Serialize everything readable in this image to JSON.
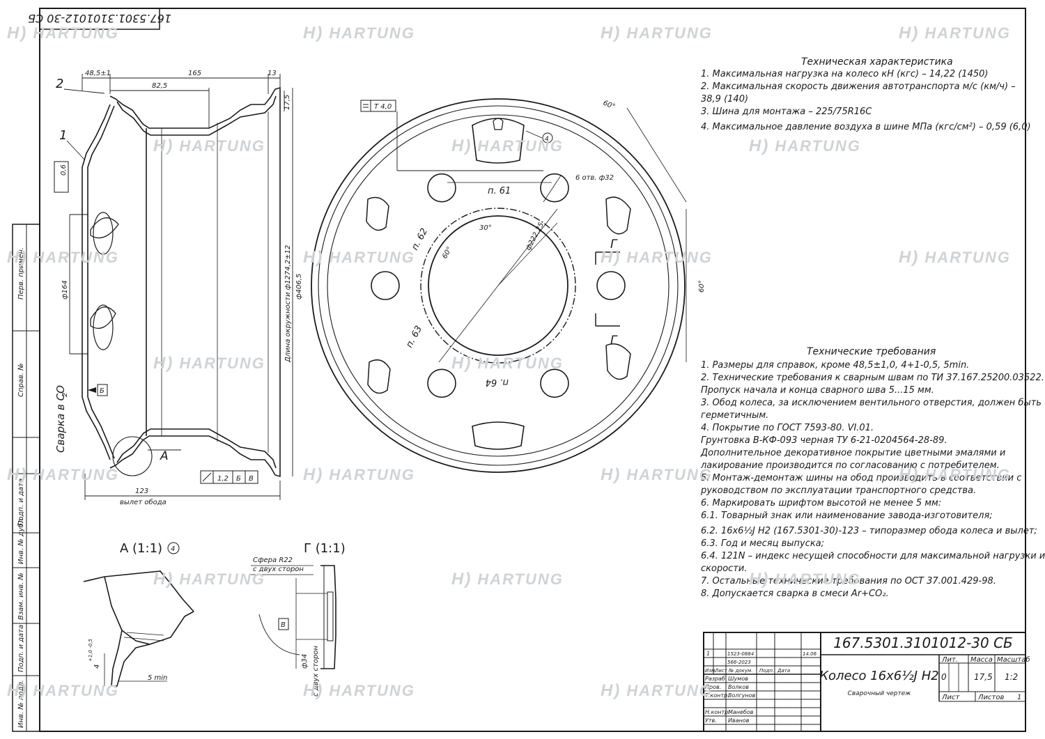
{
  "drawing": {
    "code_stamp_rotated": "167.5301.3101012-30 СБ",
    "callouts": {
      "pos1": "1",
      "pos2": "2",
      "view_a_marker": "А",
      "datum_b": "Б",
      "datum_v": "В",
      "section_g": "Г"
    },
    "profile_dims": {
      "d48": "48,5±1",
      "d165": "165",
      "d13": "13",
      "d82": "82,5",
      "d17": "17,5",
      "d06": "0,6",
      "d164": "ф164",
      "d_circ": "Длина окружности ф1274,2±12",
      "d406": "ф406,5",
      "d123": "123",
      "offset_label": "вылет обода",
      "weld_label": "Сварка в CO",
      "weld_sub": "2",
      "tol_value": "1,2"
    },
    "face_dims": {
      "tol_t": "T 4,0",
      "angle60_top": "60°",
      "angle60_right": "60°",
      "angle30": "30°",
      "angle60_inner": "60°",
      "holes": "6 отв. ф32",
      "pcd": "ф222,25",
      "p61": "п. 61",
      "p62": "п. 62",
      "p63": "п. 63",
      "p64": "п. 64",
      "mark4": "4"
    },
    "detail_a": {
      "title": "А (1:1)",
      "marker": "4",
      "dim1": "4",
      "dim1_tol": "+1,0 -0,5",
      "dim2": "5 min"
    },
    "detail_g": {
      "title": "Г (1:1)",
      "sphere": "Сфера R22",
      "sphere2": "с двух сторон",
      "d34": "ф34",
      "both_sides": "с двух сторон",
      "datum": "В"
    },
    "left_strip": {
      "labels": [
        "Перв. примен.",
        "Справ. №",
        "Подп. и дата",
        "Инв. № дубл.",
        "Взам. инв. №",
        "Подп. и дата",
        "Инв. № подл."
      ]
    }
  },
  "tech_char": {
    "title": "Техническая характеристика",
    "lines": [
      "1. Максимальная нагрузка на колесо кН (кгс) – 14,22 (1450)",
      "2. Максимальная скорость движения автотранспорта м/с (км/ч) –",
      "38,9 (140)",
      "3. Шина для монтажа – 225/75R16C",
      "4. Максимальное давление воздуха в шине МПа (кгс/см²) – 0,59 (6,0)"
    ]
  },
  "tech_req": {
    "title": "Технические требования",
    "lines": [
      "1. Размеры для справок, кроме 48,5±1,0, 4+1-0,5, 5min.",
      "2. Технические требования к сварным швам по ТИ 37.167.25200.03522.",
      "Пропуск начала и конца сварного шва 5...15 мм.",
      "3. Обод колеса, за исключением вентильного отверстия, должен быть",
      "герметичным.",
      "4. Покрытие по ГОСТ 7593-80. VI.01.",
      "Грунтовка В-КФ-093 черная ТУ 6-21-0204564-28-89.",
      "Дополнительное декоративное покрытие цветными эмалями и",
      "лакирование производится по согласованию с потребителем.",
      "5. Монтаж-демонтаж шины на обод производить в соответствии с",
      "руководством по эксплуатации транспортного средства.",
      "6. Маркировать шрифтом высотой не менее 5 мм:",
      "6.1. Товарный знак или наименование завода-изготовителя;",
      "6.2. 16х6½J H2 (167.5301-30)-123 – типоразмер обода колеса и вылет;",
      "6.3. Год и месяц выпуска;",
      "6.4. 121N – индекс несущей способности для максимальной нагрузки и",
      "скорости.",
      "7. Остальные технические требования по ОСТ 37.001.429-98.",
      "8. Допускается сварка в смеси Ar+CO₂."
    ]
  },
  "title_block": {
    "doc_code": "167.5301.3101012-30 СБ",
    "name": "Колесо 16х6½J H2",
    "subtitle": "Сварочный чертеж",
    "col_lit": "Лит.",
    "col_mass": "Масса",
    "col_scale": "Масштаб",
    "lit": "0",
    "mass": "17,5",
    "scale": "1:2",
    "sheet_label": "Лист",
    "sheets_label": "Листов",
    "sheets_value": "1",
    "rev_izm": "1",
    "rev_doc1": "1523-0884",
    "rev_doc2": "566-2023",
    "rev_date": "14.06",
    "header_cols": [
      "Изм.",
      "Лист",
      "№ докум.",
      "Подп.",
      "Дата"
    ],
    "roles": [
      {
        "role": "Разраб.",
        "name": "Шумов"
      },
      {
        "role": "Пров.",
        "name": "Волков"
      },
      {
        "role": "Т.контр.",
        "name": "Волгунов"
      },
      {
        "role": "Н.контр.",
        "name": "Манебов"
      },
      {
        "role": "Утв.",
        "name": "Иванов"
      }
    ]
  },
  "watermark": {
    "brand": "HARTUNG",
    "logo": "H)"
  },
  "colors": {
    "ink": "#1a1a1a",
    "watermark": "#cfd3d6",
    "paper": "#ffffff"
  }
}
